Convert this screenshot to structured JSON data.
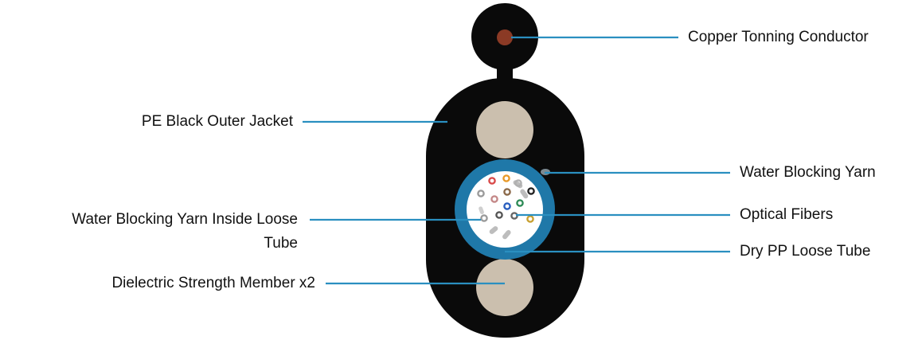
{
  "labels": {
    "copper_conductor": "Copper Tonning Conductor",
    "outer_jacket": "PE Black Outer Jacket",
    "water_blocking_yarn": "Water Blocking Yarn",
    "water_blocking_yarn_inside_line1": "Water Blocking Yarn Inside Loose",
    "water_blocking_yarn_inside_line2": "Tube",
    "optical_fibers": "Optical Fibers",
    "loose_tube": "Dry PP Loose Tube",
    "strength_member": "Dielectric Strength Member x2"
  },
  "colors": {
    "jacket": "#0a0a0a",
    "strength_member": "#cbbfae",
    "loose_tube": "#1f78a8",
    "loose_tube_inner": "#ffffff",
    "copper": "#8b3a25",
    "leader_line": "#2a8fc0",
    "text": "#111111"
  }
}
